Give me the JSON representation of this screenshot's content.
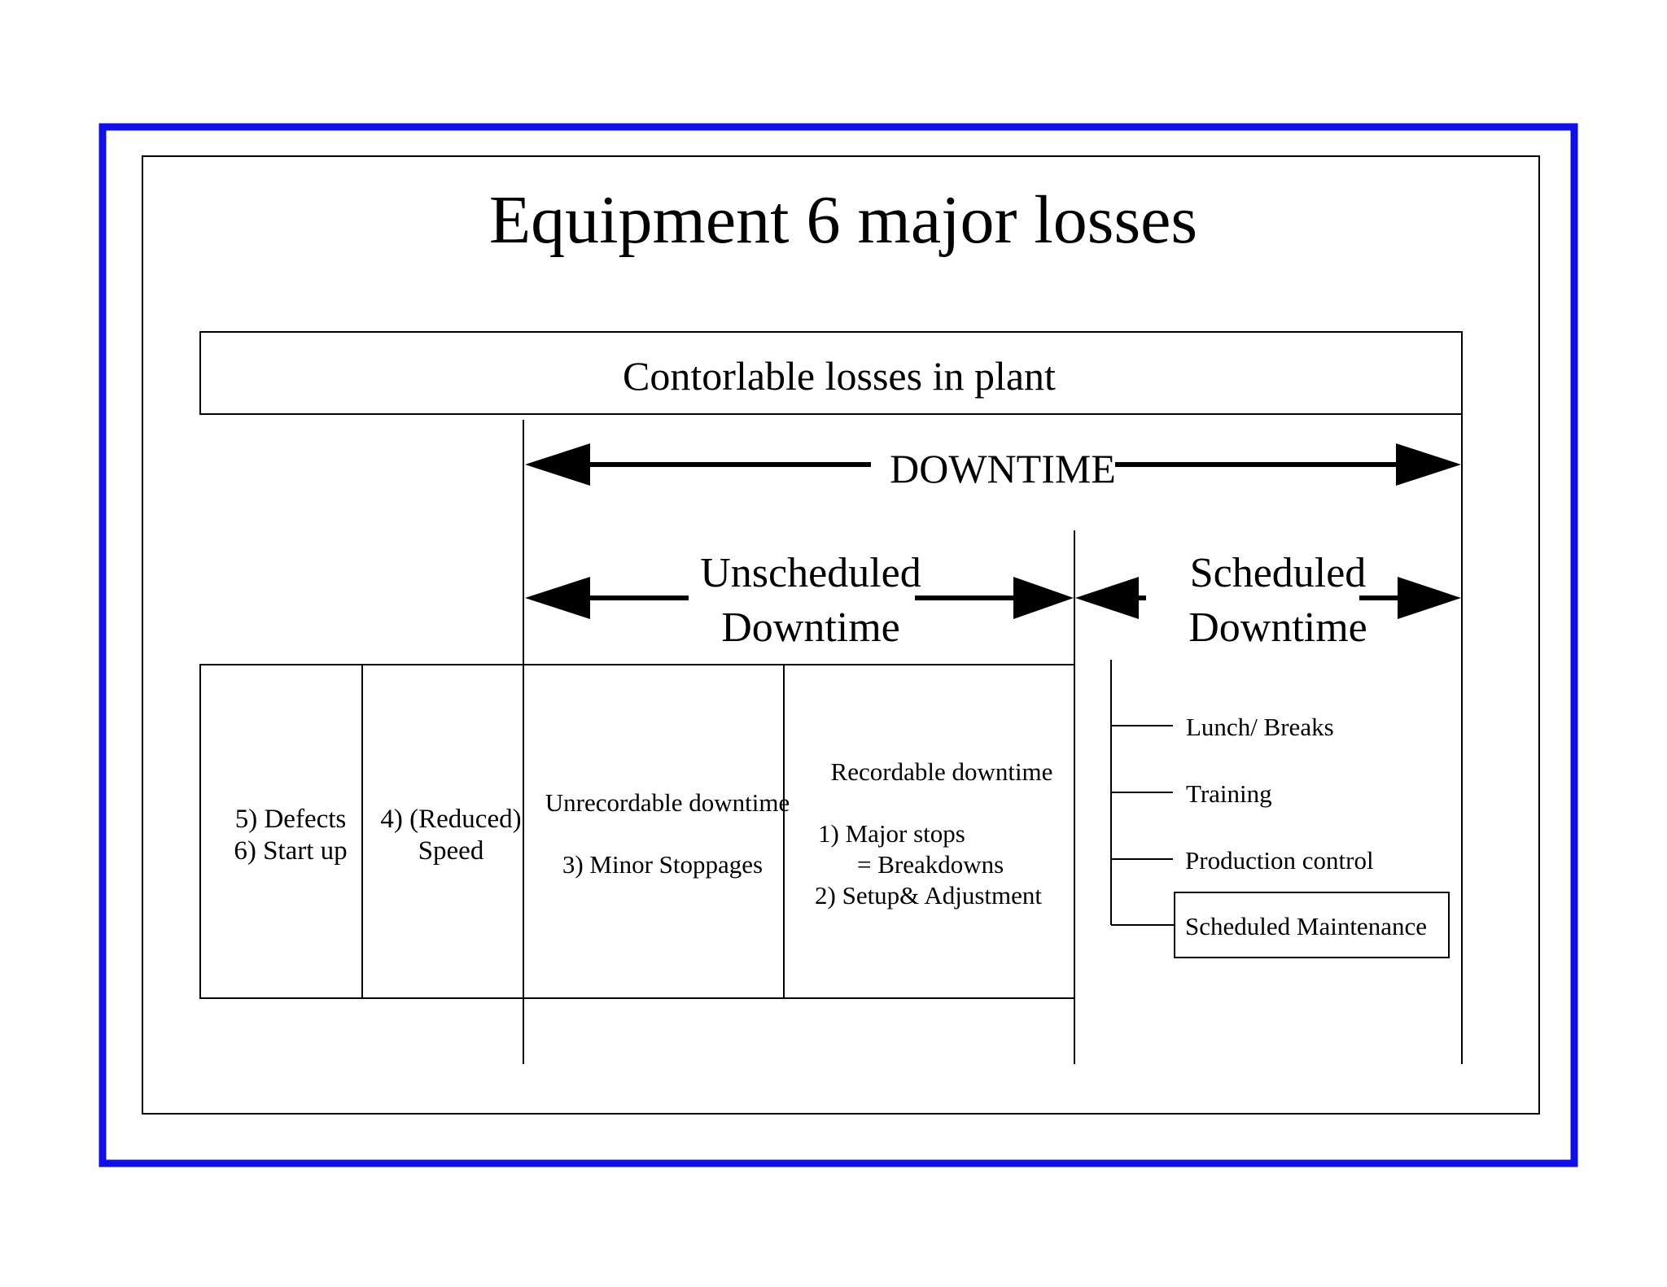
{
  "title": "Equipment 6 major losses",
  "banner": "Contorlable losses in plant",
  "downtime": "DOWNTIME",
  "unscheduled": {
    "line1": "Unscheduled",
    "line2": "Downtime"
  },
  "scheduled": {
    "line1": "Scheduled",
    "line2": "Downtime"
  },
  "cells": {
    "defects": {
      "line1": "5) Defects",
      "line2": "6) Start up"
    },
    "speed": {
      "line1": "4) (Reduced)",
      "line2": "Speed"
    },
    "unrecordable": {
      "heading": "Unrecordable downtime",
      "line1": "3) Minor Stoppages"
    },
    "recordable": {
      "heading": "Recordable downtime",
      "line1": "1) Major stops",
      "line2": "= Breakdowns",
      "line3": "2) Setup& Adjustment"
    }
  },
  "scheduled_items": [
    "Lunch/ Breaks",
    "Training",
    "Production control",
    "Scheduled Maintenance"
  ],
  "colors": {
    "outer_border": "#1010e6",
    "lines": "#000000"
  }
}
